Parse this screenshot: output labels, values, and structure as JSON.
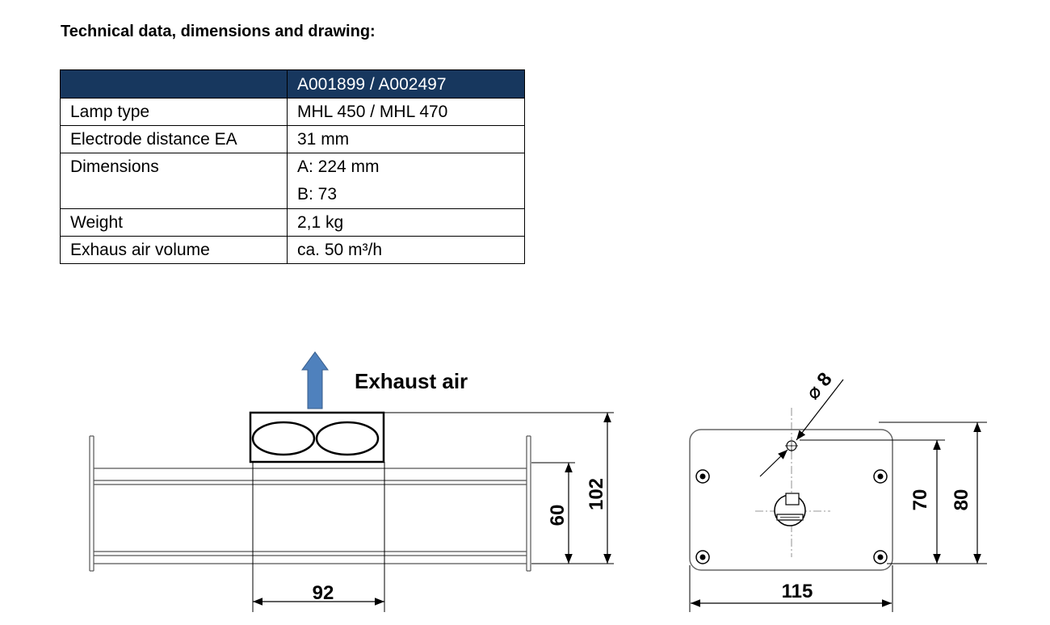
{
  "heading": "Technical data, dimensions and drawing:",
  "table": {
    "header": [
      "",
      "A001899 / A002497"
    ],
    "rows": [
      {
        "label": "Lamp type",
        "value": "MHL 450 / MHL 470"
      },
      {
        "label": "Electrode distance EA",
        "value": "31 mm"
      },
      {
        "label": "Dimensions",
        "value": "A: 224 mm",
        "value2": "B: 73"
      },
      {
        "label": "Weight",
        "value": "2,1 kg"
      },
      {
        "label": "Exhaus air volume",
        "value": "ca. 50 m³/h"
      }
    ]
  },
  "drawing": {
    "exhaust_label": "Exhaust air",
    "arrow_color": "#4f81bd",
    "side_view": {
      "dim_width": "92",
      "dim_body_height": "60",
      "dim_total_height": "102"
    },
    "front_view": {
      "dim_width": "115",
      "dim_height_inner": "70",
      "dim_height_outer": "80",
      "dim_hole": "⌀ 8"
    }
  }
}
